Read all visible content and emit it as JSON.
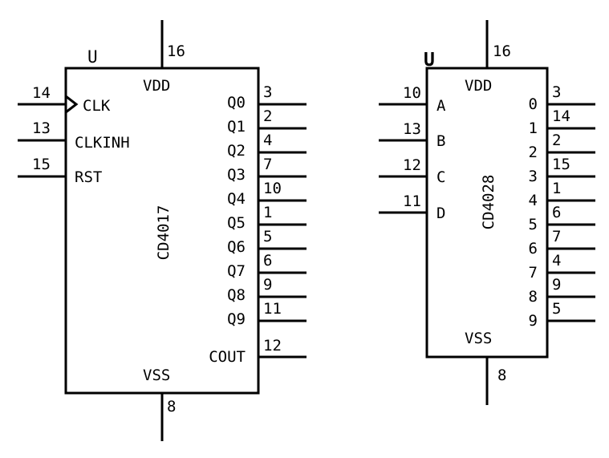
{
  "components": [
    {
      "ref": "U",
      "part": "CD4017",
      "power": {
        "label": "VDD",
        "pin": "16"
      },
      "ground": {
        "label": "VSS",
        "pin": "8"
      },
      "left_pins": [
        {
          "pin": "14",
          "label": "CLK",
          "clock": true
        },
        {
          "pin": "13",
          "label": "CLKINH"
        },
        {
          "pin": "15",
          "label": "RST"
        }
      ],
      "right_pins": [
        {
          "pin": "3",
          "label": "Q0"
        },
        {
          "pin": "2",
          "label": "Q1"
        },
        {
          "pin": "4",
          "label": "Q2"
        },
        {
          "pin": "7",
          "label": "Q3"
        },
        {
          "pin": "10",
          "label": "Q4"
        },
        {
          "pin": "1",
          "label": "Q5"
        },
        {
          "pin": "5",
          "label": "Q6"
        },
        {
          "pin": "6",
          "label": "Q7"
        },
        {
          "pin": "9",
          "label": "Q8"
        },
        {
          "pin": "11",
          "label": "Q9"
        },
        {
          "pin": "12",
          "label": "COUT"
        }
      ]
    },
    {
      "ref": "U",
      "part": "CD4028",
      "power": {
        "label": "VDD",
        "pin": "16"
      },
      "ground": {
        "label": "VSS",
        "pin": "8"
      },
      "left_pins": [
        {
          "pin": "10",
          "label": "A"
        },
        {
          "pin": "13",
          "label": "B"
        },
        {
          "pin": "12",
          "label": "C"
        },
        {
          "pin": "11",
          "label": "D"
        }
      ],
      "right_pins": [
        {
          "pin": "3",
          "label": "0"
        },
        {
          "pin": "14",
          "label": "1"
        },
        {
          "pin": "2",
          "label": "2"
        },
        {
          "pin": "15",
          "label": "3"
        },
        {
          "pin": "1",
          "label": "4"
        },
        {
          "pin": "6",
          "label": "5"
        },
        {
          "pin": "7",
          "label": "6"
        },
        {
          "pin": "4",
          "label": "7"
        },
        {
          "pin": "9",
          "label": "8"
        },
        {
          "pin": "5",
          "label": "9"
        }
      ]
    }
  ]
}
